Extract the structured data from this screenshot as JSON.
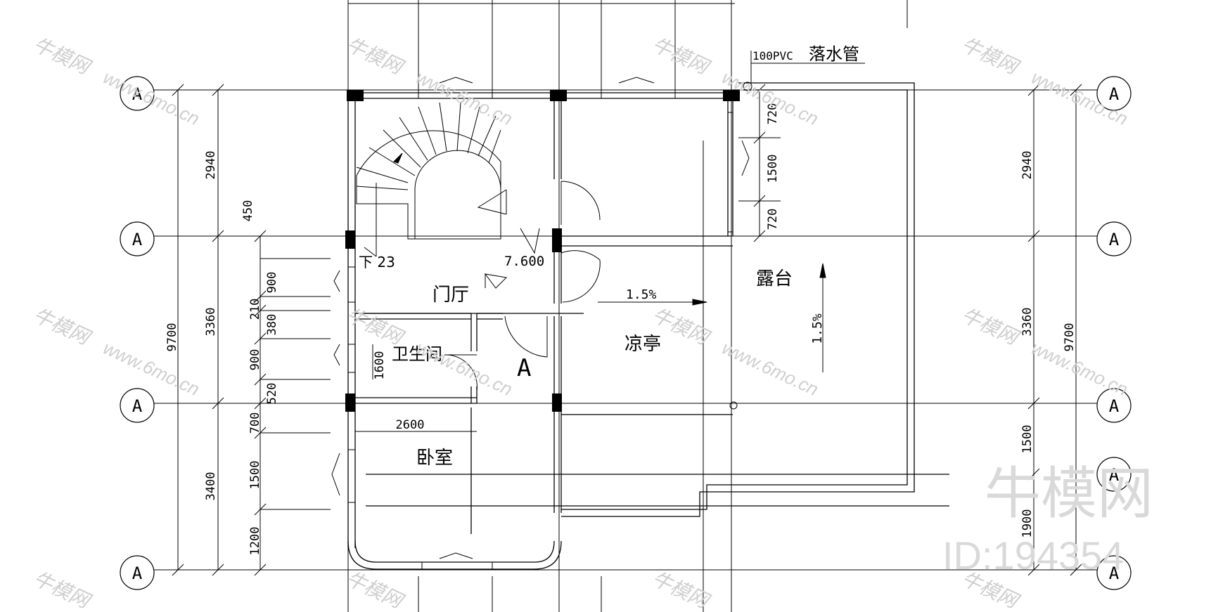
{
  "grid_axes": {
    "left": [
      "A",
      "A",
      "A",
      "A"
    ],
    "right": [
      "A",
      "A",
      "A",
      "A",
      "A"
    ]
  },
  "dimensions": {
    "overall_left": "9700",
    "overall_right": "9700",
    "left_segments": [
      "2940",
      "3360",
      "3400"
    ],
    "right_segments": [
      "2940",
      "3360",
      "1500",
      "1900"
    ],
    "left_inner": [
      "900",
      "210",
      "380",
      "900",
      "520",
      "700",
      "1500",
      "1200"
    ],
    "extra": "450",
    "top_window": [
      "720",
      "1500",
      "720"
    ],
    "bedroom_width": "2600",
    "bath_height": "1600"
  },
  "labels": {
    "downpipe_size": "100PVC",
    "downpipe": "落水管",
    "stair_down": "下 23",
    "elevation": "7.600",
    "hall": "门厅",
    "bathroom": "卫生间",
    "bedroom": "卧室",
    "pavilion": "凉亭",
    "terrace": "露台",
    "slope_horizontal": "1.5%",
    "slope_vertical": "1.5%",
    "section_mark": "A"
  },
  "watermark": {
    "brand": "牛模网",
    "url": "www.6mo.cn",
    "big_brand": "牛模网",
    "id": "ID:194354"
  }
}
